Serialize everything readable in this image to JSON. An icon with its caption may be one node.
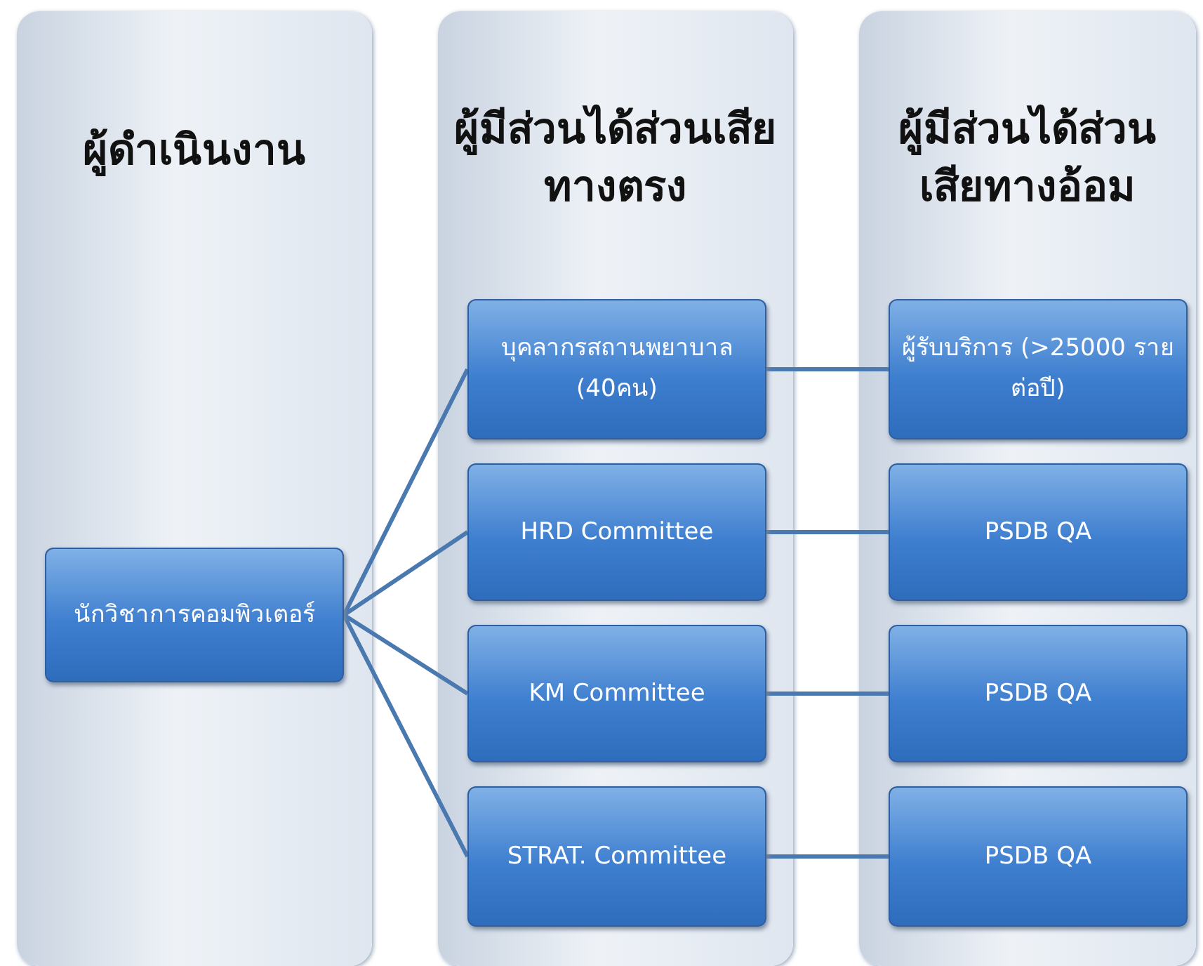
{
  "diagram": {
    "nodes": [
      {
        "text": [
          "ผู้ดำเนินงาน"
        ]
      },
      {
        "text": [
          "ผู้มีส่วนได้ส่วนเสียทางตรง"
        ]
      },
      {
        "text": [
          "ผู้มีส่วนได้ส่วนเสียทางอ้อม"
        ]
      },
      {
        "text": [
          "นักวิชาการคอมพิวเตอร์"
        ],
        "in": 0
      },
      {
        "text": [
          "บุคลากรสถานพยาบาล (40คน)"
        ],
        "in": 1
      },
      {
        "text": [
          "HRD Committee"
        ],
        "in": 1
      },
      {
        "text": [
          "KM Committee"
        ],
        "in": 1
      },
      {
        "text": [
          "STRAT. Committee"
        ],
        "in": 1
      },
      {
        "text": [
          "ผู้รับบริการ (>25000 รายต่อปี)"
        ],
        "in": 2
      },
      {
        "text": [
          "PSDB QA"
        ],
        "in": 2
      },
      {
        "text": [
          "PSDB QA"
        ],
        "in": 2
      },
      {
        "text": [
          "PSDB QA"
        ],
        "in": 2
      }
    ],
    "edges": [
      {
        "from": 3,
        "to": 4,
        "arrow": "none"
      },
      {
        "from": 3,
        "to": 5,
        "arrow": "none"
      },
      {
        "from": 3,
        "to": 6,
        "arrow": "none"
      },
      {
        "from": 3,
        "to": 7,
        "arrow": "none"
      },
      {
        "from": 4,
        "to": 8,
        "arrow": "none"
      },
      {
        "from": 5,
        "to": 9,
        "arrow": "none"
      },
      {
        "from": 6,
        "to": 10,
        "arrow": "none"
      },
      {
        "from": 7,
        "to": 11,
        "arrow": "none"
      }
    ]
  }
}
